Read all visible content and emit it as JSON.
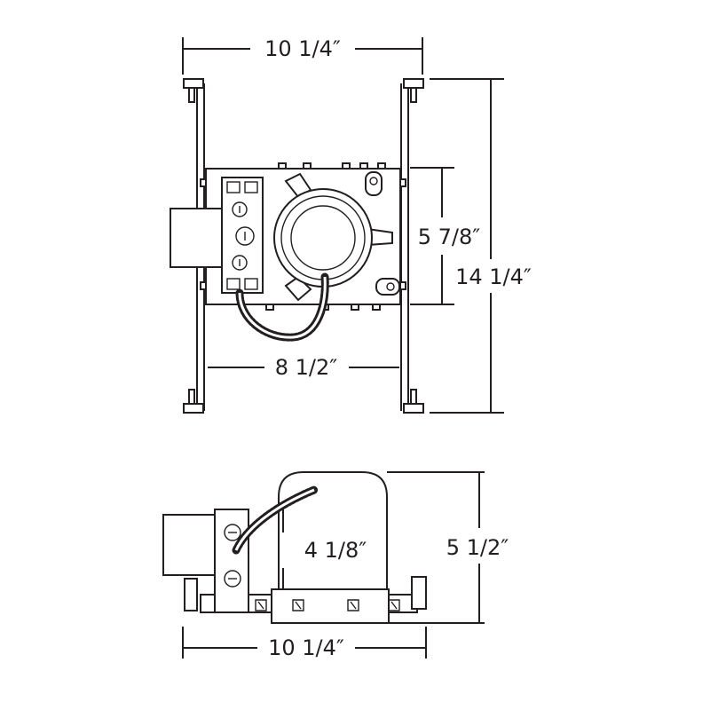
{
  "top_view": {
    "width_top": "10 1/4″",
    "inner_height": "5 7/8″",
    "total_height": "14 1/4″",
    "bar_span": "8 1/2″"
  },
  "side_view": {
    "housing_height": "4 1/8″",
    "total_height": "5 1/2″",
    "width_bottom": "10 1/4″"
  },
  "colors": {
    "line": "#231f20",
    "background": "#ffffff"
  }
}
